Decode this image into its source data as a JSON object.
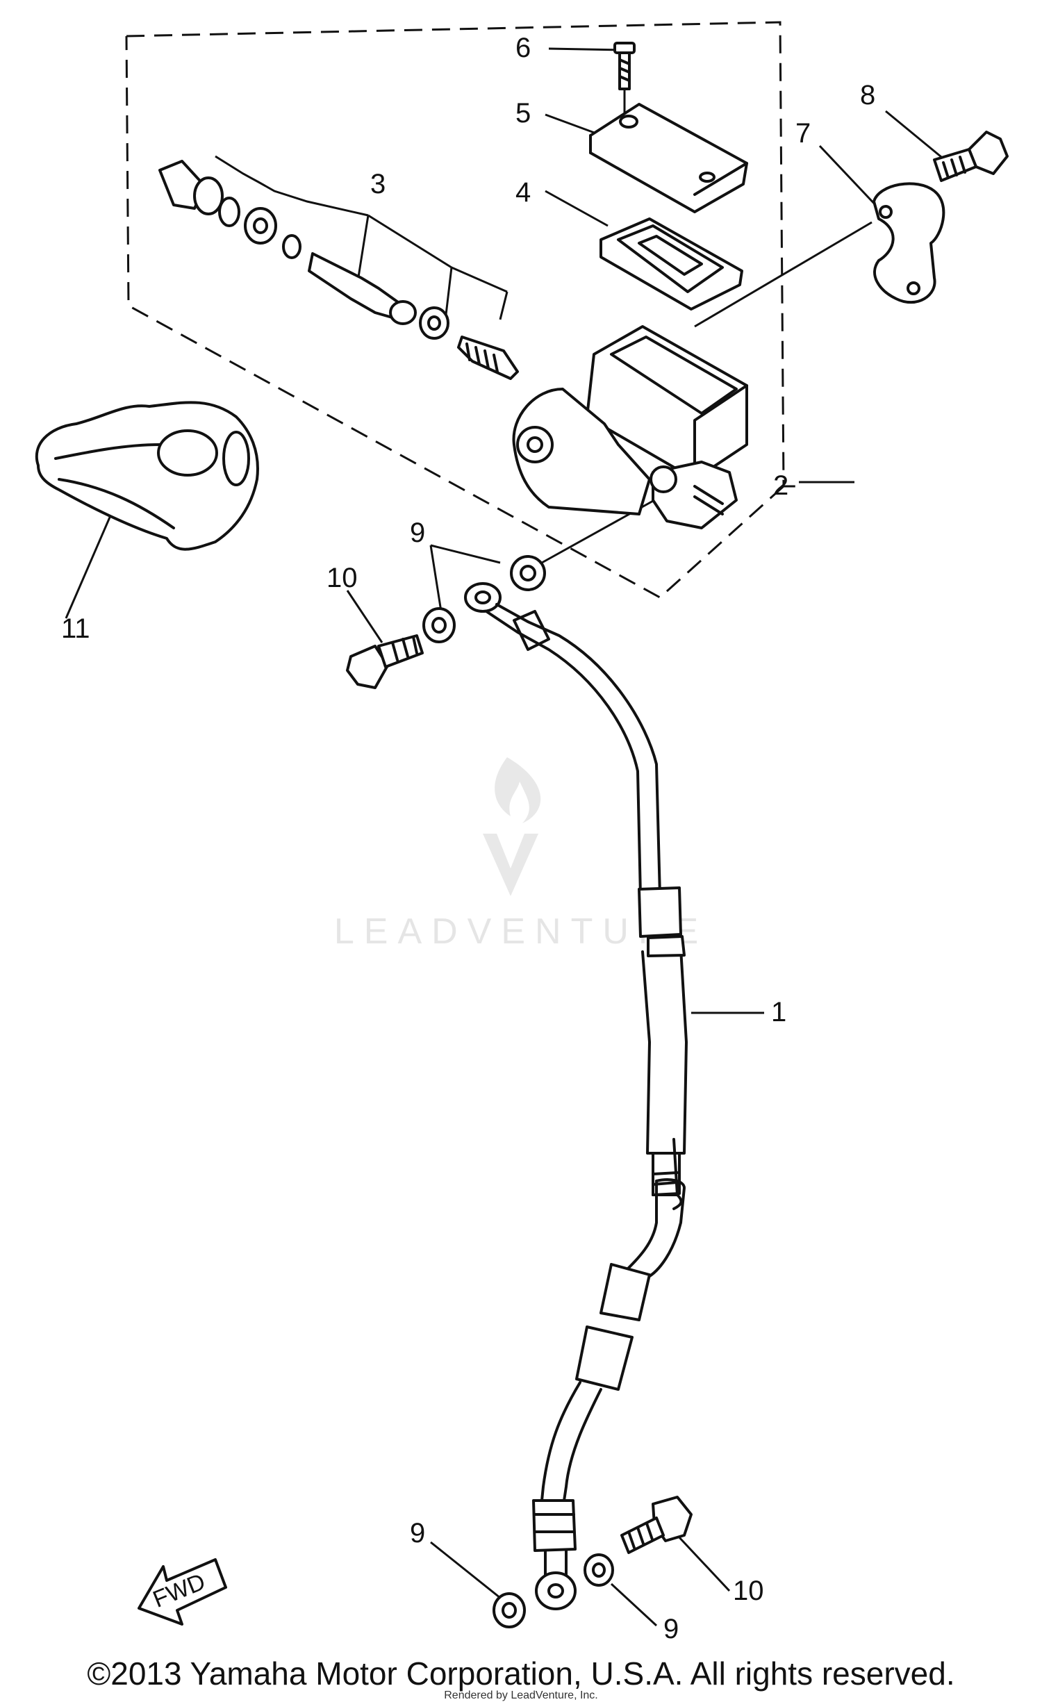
{
  "watermark": "LEADVENTURE",
  "fwd_label": "FWD",
  "callouts": {
    "c1": "1",
    "c2": "2",
    "c3": "3",
    "c4": "4",
    "c5": "5",
    "c6": "6",
    "c7": "7",
    "c8": "8",
    "c9a": "9",
    "c9b": "9",
    "c9c": "9",
    "c10a": "10",
    "c10b": "10",
    "c11": "11"
  },
  "footer": {
    "copyright": "©2013 Yamaha Motor Corporation, U.S.A. All rights reserved.",
    "rendered_by": "Rendered by LeadVenture, Inc."
  }
}
